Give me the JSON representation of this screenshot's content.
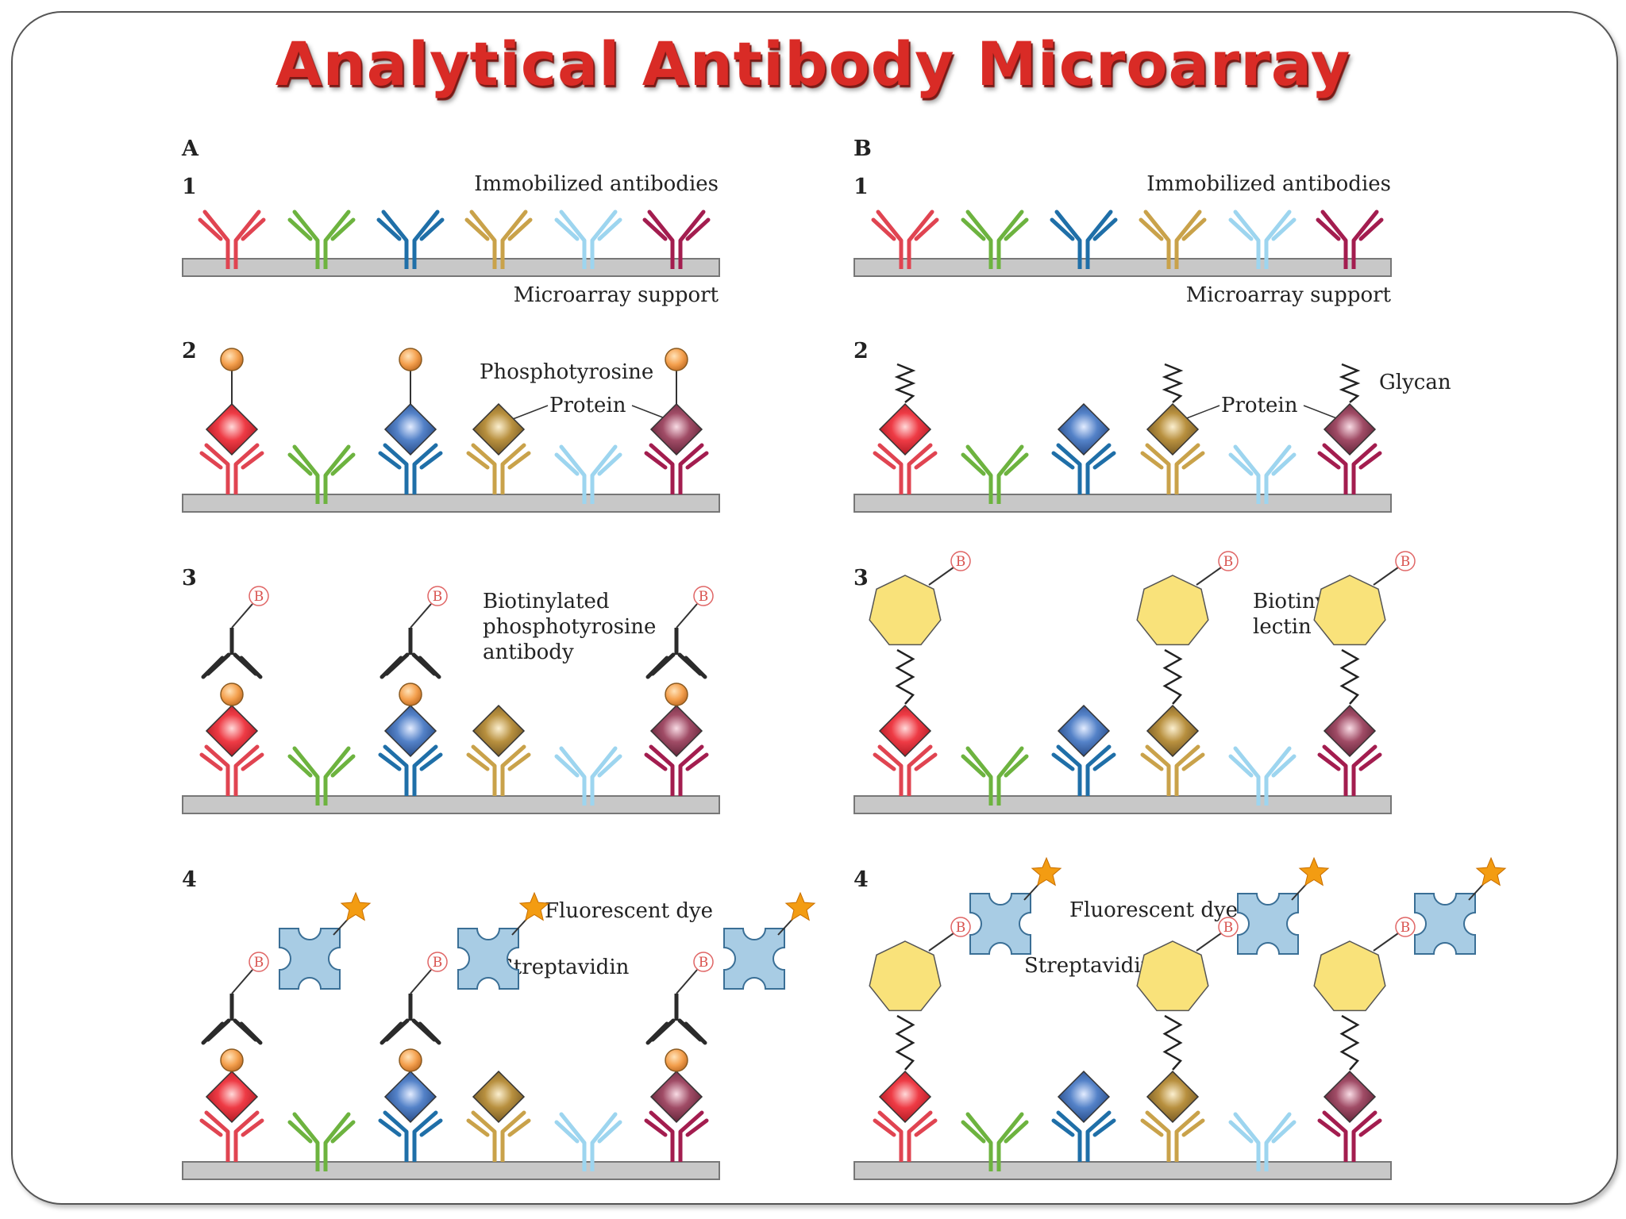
{
  "title": "Analytical Antibody Microarray",
  "panels": {
    "A": {
      "letter": "A",
      "step_numbers": [
        "1",
        "2",
        "3",
        "4"
      ],
      "immobilized_label": "Immobilized antibodies",
      "support_label": "Microarray support",
      "phospho_label": "Phosphotyrosine",
      "protein_label": "Protein",
      "biotinylated_label_lines": [
        "Biotinylated",
        "phosphotyrosine",
        "antibody"
      ],
      "dye_label": "Fluorescent dye",
      "streptavidin_label": "Streptavidin"
    },
    "B": {
      "letter": "B",
      "step_numbers": [
        "1",
        "2",
        "3",
        "4"
      ],
      "immobilized_label": "Immobilized antibodies",
      "support_label": "Microarray support",
      "glycan_label": "Glycan",
      "protein_label": "Protein",
      "biotinylated_label_lines": [
        "Biotinylated",
        "lectin"
      ],
      "dye_label": "Fluorescent dye",
      "streptavidin_label": "Streptavidin"
    }
  },
  "biotin_symbol": "B",
  "antibody_colors": [
    "#e04451",
    "#6db33f",
    "#1f6fa8",
    "#c9a24a",
    "#9dd5ef",
    "#a31d4f"
  ],
  "protein_colors": [
    "#e8323d",
    null,
    "#4a78c0",
    "#b48a3c",
    null,
    "#9c4a63"
  ],
  "colors": {
    "support": "#c8c8c8",
    "phospho": "#f0a04b",
    "lectin": "#f9e27a",
    "streptavidin": "#a8cce4",
    "dye": "#f39c12",
    "detection_antibody": "#2b2b2b",
    "biotin": "#e06666"
  }
}
